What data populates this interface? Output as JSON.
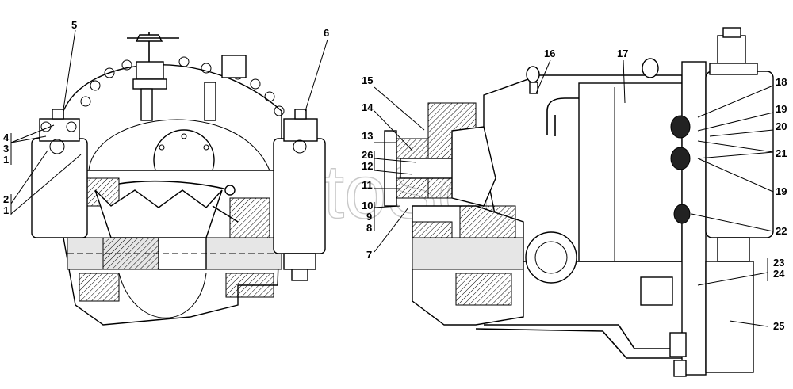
{
  "watermark": "AutoSoft",
  "callouts_left": [
    "5",
    "6",
    "4",
    "3",
    "1",
    "2",
    "1"
  ],
  "callouts_right": [
    "16",
    "17",
    "15",
    "14",
    "13",
    "26",
    "12",
    "11",
    "10",
    "9",
    "8",
    "7",
    "18",
    "19",
    "20",
    "21",
    "19",
    "22",
    "23",
    "24",
    "25"
  ]
}
